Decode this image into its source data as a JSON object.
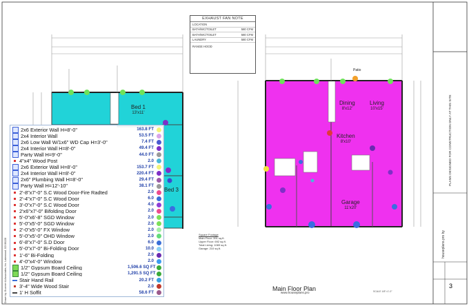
{
  "exhaust_note": {
    "title": "EXHAUST FAN NOTE",
    "rows": [
      {
        "label": "LOCATION",
        "value": ""
      },
      {
        "label": "BATH/WC/TOILET",
        "value": "580 CFM"
      },
      {
        "label": "BATH/WC/TOILET",
        "value": "580 CFM"
      },
      {
        "label": "LAUNDRY",
        "value": "580 CFM"
      }
    ],
    "range_hood": "RANGE HOOD"
  },
  "overlay": {
    "items": [
      {
        "label": "2x6 Exterior Wall H=8'-0\"",
        "value": "163.8 FT",
        "icon": "wall-icon",
        "color": "#f3f37a"
      },
      {
        "label": "2x4 Interior Wall",
        "value": "53.5 FT",
        "icon": "wall-icon",
        "color": "#d9a4e8"
      },
      {
        "label": "2x6 Low Wall W/1x6\" WD Cap H=3'-0\"",
        "value": "7.4 FT",
        "icon": "wall-icon",
        "color": "#4a5bd1"
      },
      {
        "label": "2x4 Interior Wall H=8'-0\"",
        "value": "49.4 FT",
        "icon": "wall-icon",
        "color": "#7f2fc7"
      },
      {
        "label": "Party Wall H=9'-0\"",
        "value": "44.0 FT",
        "icon": "wall-icon",
        "color": "#9a9a9a"
      },
      {
        "label": "4\"x4\" Wood Post",
        "value": "2.0",
        "icon": "post-icon",
        "color": "#4ab8d9"
      },
      {
        "label": "2x6 Exterior Wall H=8'-0\"",
        "value": "153.7 FT",
        "icon": "wall-icon",
        "color": "#f3f37a"
      },
      {
        "label": "2x4 Interior Wall H=8'-0\"",
        "value": "220.4 FT",
        "icon": "wall-icon",
        "color": "#7f2fc7"
      },
      {
        "label": "2x6\" Plumbing Wall H=8'-0\"",
        "value": "29.4 FT",
        "icon": "wall-icon",
        "color": "#9c5aa8"
      },
      {
        "label": "Party Wall H=12'-10\"",
        "value": "38.1 FT",
        "icon": "wall-icon",
        "color": "#9a9a9a"
      },
      {
        "label": "2'-8\"x7'-0\" S.C Wood Door-Fire Radted",
        "value": "2.0",
        "icon": "door-icon",
        "color": "#ee4b8f"
      },
      {
        "label": "2'-4\"x7'-0\" S.C Wood Door",
        "value": "6.0",
        "icon": "door-icon",
        "color": "#3a6fd8"
      },
      {
        "label": "3'-0\"x7'-0\" S.C Wood Door",
        "value": "4.0",
        "icon": "door-icon",
        "color": "#8e3fd6"
      },
      {
        "label": "2'x6\"x7'-0\" Bifolding Door",
        "value": "2.0",
        "icon": "door-icon",
        "color": "#ee4b8f"
      },
      {
        "label": "5'-0\"x6'-8\" SGD Window",
        "value": "2.0",
        "icon": "window-icon",
        "color": "#7ce05a"
      },
      {
        "label": "5'-0\"x5'-0\" SGD Window",
        "value": "2.0",
        "icon": "window-icon",
        "color": "#7ce05a"
      },
      {
        "label": "2'-0\"x5'-0\" FX Window",
        "value": "2.0",
        "icon": "window-icon",
        "color": "#a4f0a8"
      },
      {
        "label": "5'-0\"x5'-0\" OHD Window",
        "value": "2.0",
        "icon": "window-icon",
        "color": "#63dc7a"
      },
      {
        "label": "6'-8\"x7'-0\" S.D Door",
        "value": "6.0",
        "icon": "door-icon",
        "color": "#3a6fd8"
      },
      {
        "label": "5'-0\"x7'-0\" Bi-Folding Door",
        "value": "10.0",
        "icon": "door-icon",
        "color": "#8bd0f5"
      },
      {
        "label": "1'-6\" Bi-Folding",
        "value": "2.0",
        "icon": "door-icon",
        "color": "#6a2ab0"
      },
      {
        "label": "4'-0\"x4'-0\" Window",
        "value": "2.0",
        "icon": "window-icon",
        "color": "#3c9cf0"
      },
      {
        "label": "1/2\" Gypsum Board Ceiling",
        "value": "1,506.6 SQ FT",
        "icon": "ceiling-icon",
        "color": "#3aaa3a"
      },
      {
        "label": "1/2\" Gypsum Board Ceiling",
        "value": "1,291.5 SQ FT",
        "icon": "ceiling-icon",
        "color": "#3aaa3a"
      },
      {
        "label": "Stair Hand Rail",
        "value": "20.2 FT",
        "icon": "rail-icon",
        "color": "#3aa0e0"
      },
      {
        "label": "3'-4\" Wide Wood Stair",
        "value": "2.0",
        "icon": "stair-icon",
        "color": "#c0392b"
      },
      {
        "label": "1' H Soffit",
        "value": "58.6 FT",
        "icon": "soffit-icon",
        "color": "#9c5a8c"
      }
    ]
  },
  "rooms_left": {
    "bed1": {
      "name": "Bed 1",
      "dim": "13'x11'"
    },
    "bed3": {
      "name": "Bed 3",
      "dim": ""
    }
  },
  "rooms_right": {
    "dining": {
      "name": "Dining",
      "dim": "8'x12'"
    },
    "living": {
      "name": "Living",
      "dim": "10'x15'"
    },
    "kitchen": {
      "name": "Kitchen",
      "dim": "8'x10'"
    },
    "garage": {
      "name": "Garage",
      "dim": "11'x20'"
    },
    "patio": {
      "name": "Patio",
      "dim": ""
    }
  },
  "square_footage": {
    "title": "Square Footage",
    "rows": [
      {
        "label": "Main Floor:",
        "value": "391 sq.ft."
      },
      {
        "label": "Upper Floor:",
        "value": "692 sq.ft."
      },
      {
        "label": "Total Living:",
        "value": "1083 sq.ft."
      },
      {
        "label": "Garage:",
        "value": "210 sq.ft."
      }
    ]
  },
  "plan": {
    "title": "Main Floor Plan",
    "site": "www.houseplans.pro",
    "scale": "SCALE 1/8\"=1'-0\""
  },
  "sidebar_vertical": "PLANS DESIGNED FOR CONSTRUCTION ONLY AT THIS SITE",
  "titleblock": {
    "company": "houseplans.pro by",
    "sheet": "3"
  },
  "vertical_left": "Drawn by: Brunner & Associates, Inc. Lakewood, CO 80228"
}
